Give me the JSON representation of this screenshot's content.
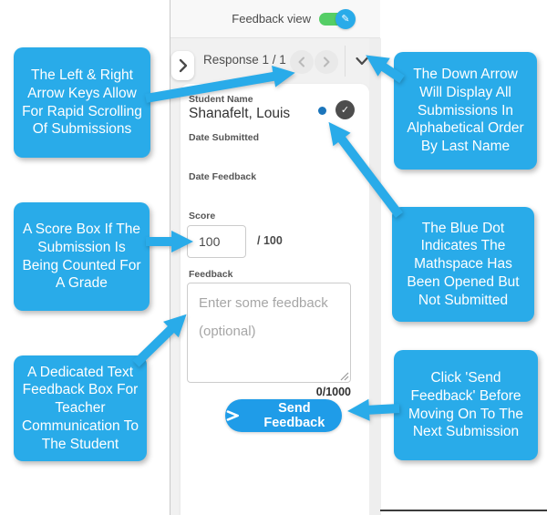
{
  "panel": {
    "feedback_view_label": "Feedback view",
    "response_label": "Response 1 / 1",
    "student_name_label": "Student Name",
    "student_name": "Shanafelt, Louis",
    "date_submitted_label": "Date Submitted",
    "date_feedback_label": "Date Feedback",
    "score_label": "Score",
    "score_value": "100",
    "score_max": "/ 100",
    "feedback_label": "Feedback",
    "feedback_placeholder": "Enter some feedback (optional)",
    "char_counter": "0/1000",
    "send_button_label": "Send Feedback",
    "toggle_pencil_icon": "✎",
    "check_icon": "✓"
  },
  "callouts": [
    {
      "id": "left-right-arrows",
      "text": "The Left & Right\nArrow Keys Allow\nFor Rapid Scrolling\nOf Submissions"
    },
    {
      "id": "down-arrow",
      "text": "The Down Arrow\nWill Display All\nSubmissions In\nAlphabetical Order\nBy Last Name"
    },
    {
      "id": "score-box",
      "text": "A Score Box If The\nSubmission Is\nBeing Counted For\nA Grade"
    },
    {
      "id": "blue-dot",
      "text": "The Blue Dot\nIndicates The\nMathspace Has\nBeen Opened But\nNot Submitted"
    },
    {
      "id": "feedback-box",
      "text": "A Dedicated Text\nFeedback Box For\nTeacher\nCommunication To\nThe Student"
    },
    {
      "id": "send-feedback",
      "text": "Click 'Send\nFeedback' Before\nMoving On To The\nNext Submission"
    }
  ],
  "colors": {
    "callout_blue": "#29abe9",
    "send_button_blue": "#1f9ce8",
    "toggle_green": "#55ce66",
    "status_dot_blue": "#1b75bb",
    "check_circle_gray": "#4d4d4d"
  }
}
